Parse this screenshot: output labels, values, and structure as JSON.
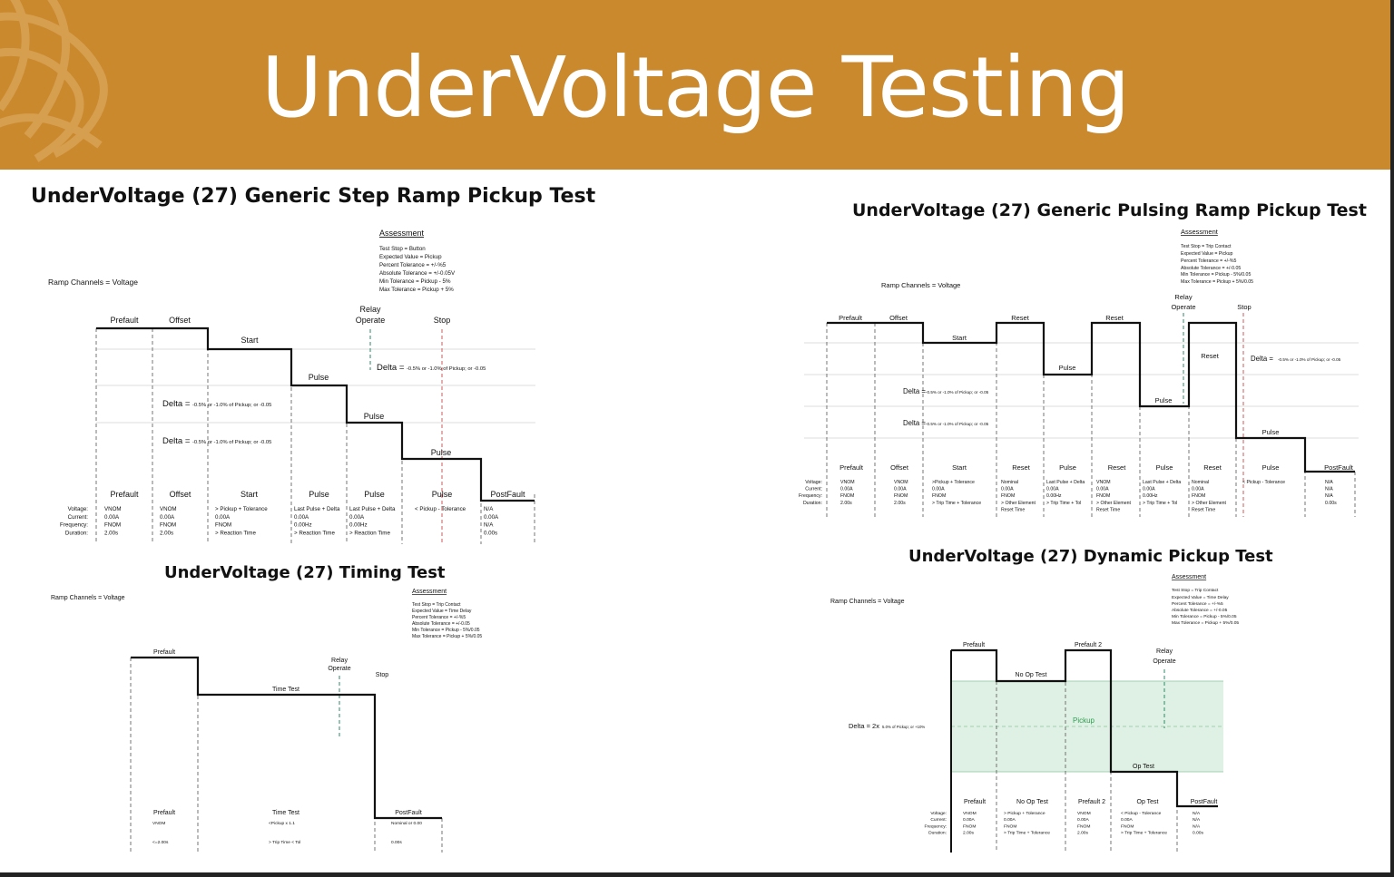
{
  "banner": {
    "title": "UnderVoltage Testing"
  },
  "colors": {
    "banner": "#c9892c",
    "pickup_band": "#dff0e4",
    "pickup_text": "#2e9e4f"
  },
  "step": {
    "title": "UnderVoltage (27) Generic Step Ramp Pickup Test",
    "ramp_channels": "Ramp Channels = Voltage",
    "assessment_title": "Assessment",
    "assessment": [
      "Test Stop = Button",
      "Expected Value = Pickup",
      "Percent Tolerance = +/-%5",
      "Absolute Tolerance = +/-0.05V",
      "Min Tolerance = Pickup - 5%",
      "Max Tolerance = Pickup + 5%"
    ],
    "relay_operate": [
      "Relay",
      "Operate"
    ],
    "stop": "Stop",
    "top_labels": [
      "Prefault",
      "Offset",
      "Start",
      "Pulse",
      "Pulse",
      "Pulse"
    ],
    "delta_word": "Delta =",
    "delta_note": "-0.5% or -1.0% of Pickup; or -0.05",
    "row_labels": [
      "Voltage:",
      "Current:",
      "Frequency:",
      "Duration:"
    ],
    "columns": [
      {
        "name": "Prefault",
        "vals": [
          "VNOM",
          "0.00A",
          "FNOM",
          "2.00s"
        ]
      },
      {
        "name": "Offset",
        "vals": [
          "VNOM",
          "0.00A",
          "FNOM",
          "2.00s"
        ]
      },
      {
        "name": "Start",
        "vals": [
          "> Pickup + Tolerance",
          "0.00A",
          "FNOM",
          "> Reaction Time"
        ]
      },
      {
        "name": "Pulse",
        "vals": [
          "Last Pulse + Delta",
          "0.00A",
          "0.00Hz",
          "> Reaction Time"
        ]
      },
      {
        "name": "Pulse",
        "vals": [
          "Last Pulse + Delta",
          "0.00A",
          "0.00Hz",
          "> Reaction Time"
        ]
      },
      {
        "name": "Pulse",
        "vals": [
          "< Pickup - Tolerance",
          "",
          "",
          ""
        ]
      },
      {
        "name": "PostFault",
        "vals": [
          "N/A",
          "0.00A",
          "N/A",
          "0.00s"
        ]
      }
    ]
  },
  "timing": {
    "title": "UnderVoltage (27) Timing Test",
    "ramp_channels": "Ramp Channels = Voltage",
    "assessment_title": "Assessment",
    "assessment": [
      "Test Stop = Trip Contact",
      "Expected Value = Time Delay",
      "Percent Tolerance = +/-%5",
      "Absolute Tolerance = +/-0.05",
      "Min Tolerance = Pickup - 5%/0.05",
      "Max Tolerance = Pickup + 5%/0.05"
    ],
    "top_labels": [
      "Prefault",
      "Time Test"
    ],
    "relay_operate": [
      "Relay",
      "Operate"
    ],
    "stop": "Stop",
    "columns": [
      {
        "name": "Prefault",
        "v1": "VNOM",
        "v2": "<=2.00s"
      },
      {
        "name": "Time Test",
        "v1": "<Pickup x 1.1",
        "v2": "> Trip Time < Tol"
      },
      {
        "name": "PostFault",
        "v1": "Nominal or 0.00",
        "v2": "0.00s"
      }
    ]
  },
  "pulsing": {
    "title": "UnderVoltage (27) Generic Pulsing Ramp Pickup Test",
    "ramp_channels": "Ramp Channels = Voltage",
    "assessment_title": "Assessment",
    "assessment": [
      "Test Stop = Trip Contact",
      "Expected Value = Pickup",
      "Percent Tolerance = +/-%5",
      "Absolute Tolerance = +/-0.05",
      "Min Tolerance = Pickup - 5%/0.05",
      "Max Tolerance = Pickup + 5%/0.05"
    ],
    "top_labels": [
      "Prefault",
      "Offset",
      "Start",
      "Reset",
      "Pulse",
      "Reset",
      "Pulse",
      "Reset",
      "Pulse"
    ],
    "relay_operate": [
      "Relay",
      "Operate"
    ],
    "stop": "Stop",
    "delta_word": "Delta =",
    "delta_note_a": "-0.5% or -1.0% of Pickup; or -0.05",
    "delta_note_b": "-0.5% or -1.0% of Pickup; or -0.05",
    "row_labels": [
      "Voltage:",
      "Current:",
      "Frequency:",
      "Duration:"
    ],
    "columns": [
      {
        "name": "Prefault",
        "vals": [
          "VNOM",
          "0.00A",
          "FNOM",
          "2.00s"
        ]
      },
      {
        "name": "Offset",
        "vals": [
          "VNOM",
          "0.00A",
          "FNOM",
          "2.00s"
        ]
      },
      {
        "name": "Start",
        "vals": [
          ">Pickup + Tolerance",
          "0.00A",
          "FNOM",
          "> Trip Time + Tolerance"
        ]
      },
      {
        "name": "Reset",
        "vals": [
          "Nominal",
          "0.00A",
          "FNOM",
          "> Other Element",
          "Reset Time"
        ]
      },
      {
        "name": "Pulse",
        "vals": [
          "Last Pulse + Delta",
          "0.00A",
          "0.00Hz",
          "> Trip Time + Tol"
        ]
      },
      {
        "name": "Reset",
        "vals": [
          "VNOM",
          "0.00A",
          "FNOM",
          "> Other Element",
          "Reset Time"
        ]
      },
      {
        "name": "Pulse",
        "vals": [
          "Last Pulse + Delta",
          "0.00A",
          "0.00Hz",
          "> Trip Time + Tol"
        ]
      },
      {
        "name": "Reset",
        "vals": [
          "Nominal",
          "0.00A",
          "FNOM",
          "> Other Element",
          "Reset Time"
        ]
      },
      {
        "name": "Pulse",
        "vals": [
          "< Pickup - Tolerance",
          "",
          "",
          ""
        ]
      },
      {
        "name": "PostFault",
        "vals": [
          "N/A",
          "N/A",
          "N/A",
          "0.00s"
        ]
      }
    ]
  },
  "dynamic": {
    "title": "UnderVoltage (27) Dynamic Pickup Test",
    "ramp_channels": "Ramp Channels = Voltage",
    "assessment_title": "Assessment",
    "assessment": [
      "Test Stop = Trip Contact",
      "Expected Value = Time Delay",
      "Percent Tolerance = +/-%5",
      "Absolute Tolerance = +/-0.05",
      "Min Tolerance = Pickup - 5%/0.05",
      "Max Tolerance = Pickup + 5%/0.05"
    ],
    "top_labels": [
      "Prefault",
      "No Op Test",
      "Prefault 2",
      "Op Test"
    ],
    "relay_operate": [
      "Relay",
      "Operate"
    ],
    "pickup": "Pickup",
    "delta_word": "Delta = 2x",
    "delta_note": "5.0% of Pickup; or +10%",
    "row_labels": [
      "Voltage:",
      "Current:",
      "Frequency:",
      "Duration:"
    ],
    "columns": [
      {
        "name": "Prefault",
        "vals": [
          "VNOM",
          "0.00A",
          "FNOM",
          "2.00s"
        ]
      },
      {
        "name": "No Op Test",
        "vals": [
          "> Pickup + Tolerance",
          "0.00A",
          "FNOM",
          "> Trip Time + Tolerance"
        ]
      },
      {
        "name": "Prefault 2",
        "vals": [
          "VNOM",
          "0.00A",
          "FNOM",
          "2.00s"
        ]
      },
      {
        "name": "Op Test",
        "vals": [
          "< Pickup - Tolerance",
          "0.00A",
          "FNOM",
          "> Trip Time + Tolerance"
        ]
      },
      {
        "name": "PostFault",
        "vals": [
          "N/A",
          "N/A",
          "N/A",
          "0.00s"
        ]
      }
    ]
  }
}
